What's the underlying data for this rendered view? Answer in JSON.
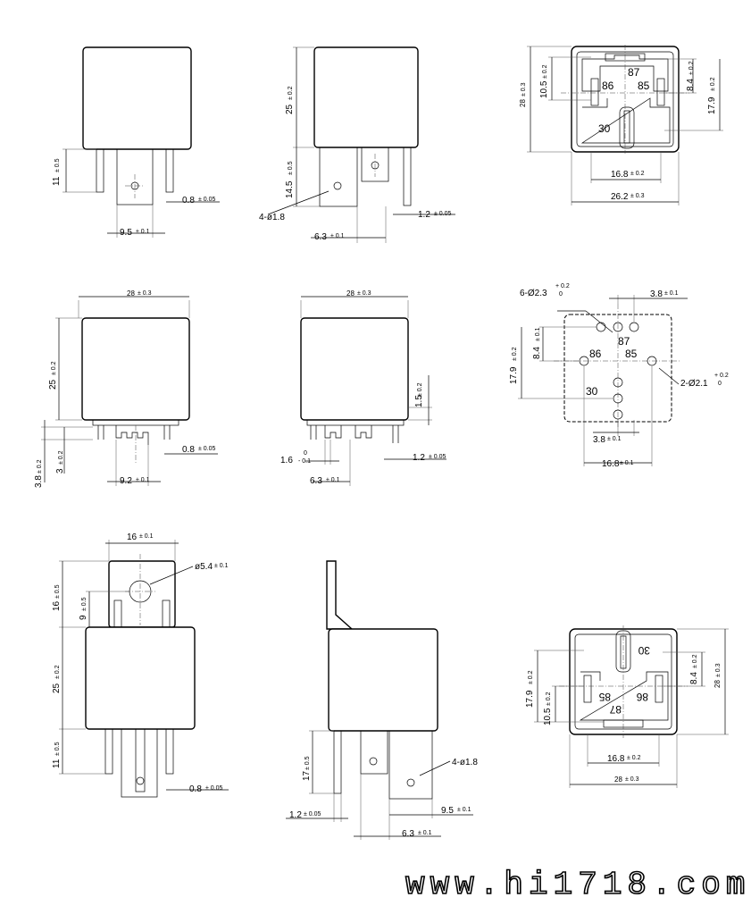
{
  "dims": {
    "d11": "11",
    "t05": "± 0.5",
    "d08": "0.8",
    "t005": "± 0.05",
    "d95": "9.5",
    "t01": "± 0.1",
    "d25": "25",
    "t02": "± 0.2",
    "d145": "14.5",
    "d4hole": "4-ø1.8",
    "d63": "6.3",
    "d12": "1.2",
    "d105": "10.5",
    "d28": "28",
    "t03": "± 0.3",
    "d84": "8.4",
    "d179": "17.9",
    "d168": "16.8",
    "d262": "26.2",
    "d38": "3.8",
    "d3": "3",
    "d92": "9.2",
    "d15": "1.5",
    "d16": "1.6",
    "t16_up": "0",
    "t16_dn": "- 0.1",
    "d6hole": "6-Ø2.3",
    "t23_up": "+ 0.2",
    "t23_dn": "0",
    "d2hole": "2-Ø2.1",
    "d16mm": "16",
    "d54": "ø5.4",
    "d9": "9",
    "d17": "17",
    "d4hole_b": "4-ø1.8"
  },
  "pins": {
    "p87": "87",
    "p86": "86",
    "p85": "85",
    "p30": "30"
  },
  "watermark": "www.hi1718.com"
}
